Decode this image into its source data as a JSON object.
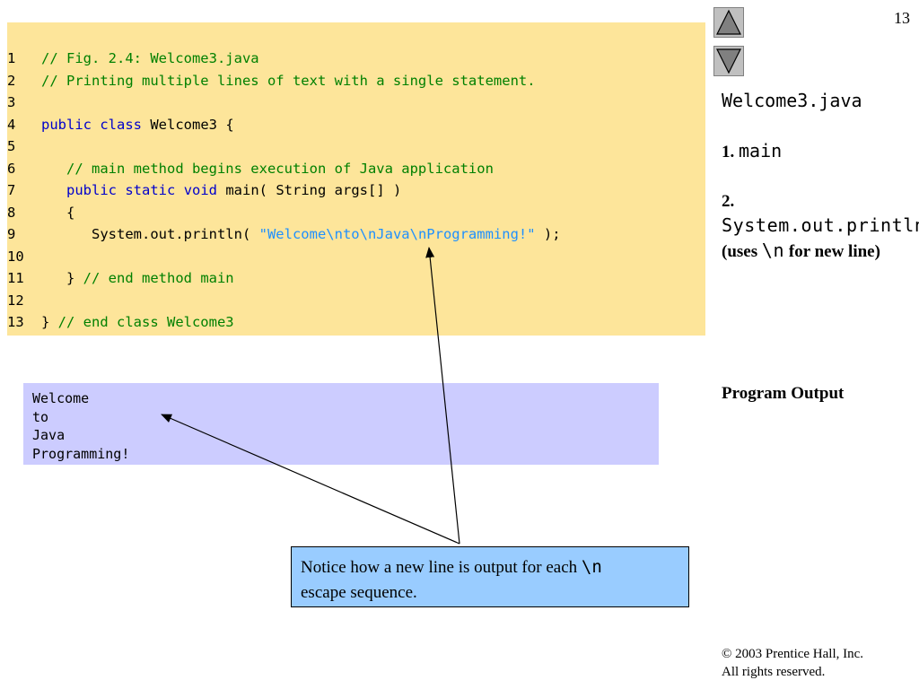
{
  "page_number": "13",
  "navigation": {
    "up_icon": "triangle-up-icon",
    "down_icon": "triangle-down-icon"
  },
  "code": {
    "lines": [
      {
        "num": "1",
        "parts": [
          {
            "t": "// Fig. 2.4: Welcome3.java",
            "c": "cmt"
          }
        ]
      },
      {
        "num": "2",
        "parts": [
          {
            "t": "// Printing multiple lines of text with a single statement.",
            "c": "cmt"
          }
        ]
      },
      {
        "num": "3",
        "parts": []
      },
      {
        "num": "4",
        "parts": [
          {
            "t": "public",
            "c": "kw"
          },
          {
            "t": " "
          },
          {
            "t": "class",
            "c": "kw"
          },
          {
            "t": " Welcome3 {"
          }
        ]
      },
      {
        "num": "5",
        "parts": []
      },
      {
        "num": "6",
        "parts": [
          {
            "t": "   "
          },
          {
            "t": "// main method begins execution of Java application",
            "c": "cmt"
          }
        ]
      },
      {
        "num": "7",
        "parts": [
          {
            "t": "   "
          },
          {
            "t": "public",
            "c": "kw"
          },
          {
            "t": " "
          },
          {
            "t": "static",
            "c": "kw"
          },
          {
            "t": " "
          },
          {
            "t": "void",
            "c": "kw"
          },
          {
            "t": " main( String args[] )"
          }
        ]
      },
      {
        "num": "8",
        "parts": [
          {
            "t": "   {"
          }
        ]
      },
      {
        "num": "9",
        "parts": [
          {
            "t": "      System.out.println( "
          },
          {
            "t": "\"Welcome\\nto\\nJava\\nProgramming!\"",
            "c": "str"
          },
          {
            "t": " );"
          }
        ]
      },
      {
        "num": "10",
        "parts": []
      },
      {
        "num": "11",
        "parts": [
          {
            "t": "   } "
          },
          {
            "t": "// end method main",
            "c": "cmt"
          }
        ]
      },
      {
        "num": "12",
        "parts": []
      },
      {
        "num": "13",
        "parts": [
          {
            "t": "} "
          },
          {
            "t": "// end class Welcome3",
            "c": "cmt"
          }
        ]
      }
    ]
  },
  "output": {
    "lines": [
      "Welcome",
      "to",
      "Java",
      "Programming!"
    ]
  },
  "callout": {
    "text_before": "Notice how a new line is output for each ",
    "code": "\\n",
    "text_after": "escape sequence."
  },
  "sidebar": {
    "title": "Welcome3.java",
    "item1_num": "1.",
    "item1_code": "main",
    "item2_num": "2.",
    "item2_code": "System.out.println",
    "item2_text_a": " (uses ",
    "item2_code2": "\\n",
    "item2_text_b": " for new line)",
    "program_output": "Program Output"
  },
  "copyright": {
    "line1": "2003 Prentice Hall, Inc.",
    "symbol": "©",
    "line2": "All rights reserved."
  },
  "colors": {
    "code_bg": "#fde59a",
    "output_bg": "#ccccff",
    "callout_bg": "#99ccff",
    "comment": "#008000",
    "keyword": "#0000cc",
    "string": "#1e90ff"
  }
}
